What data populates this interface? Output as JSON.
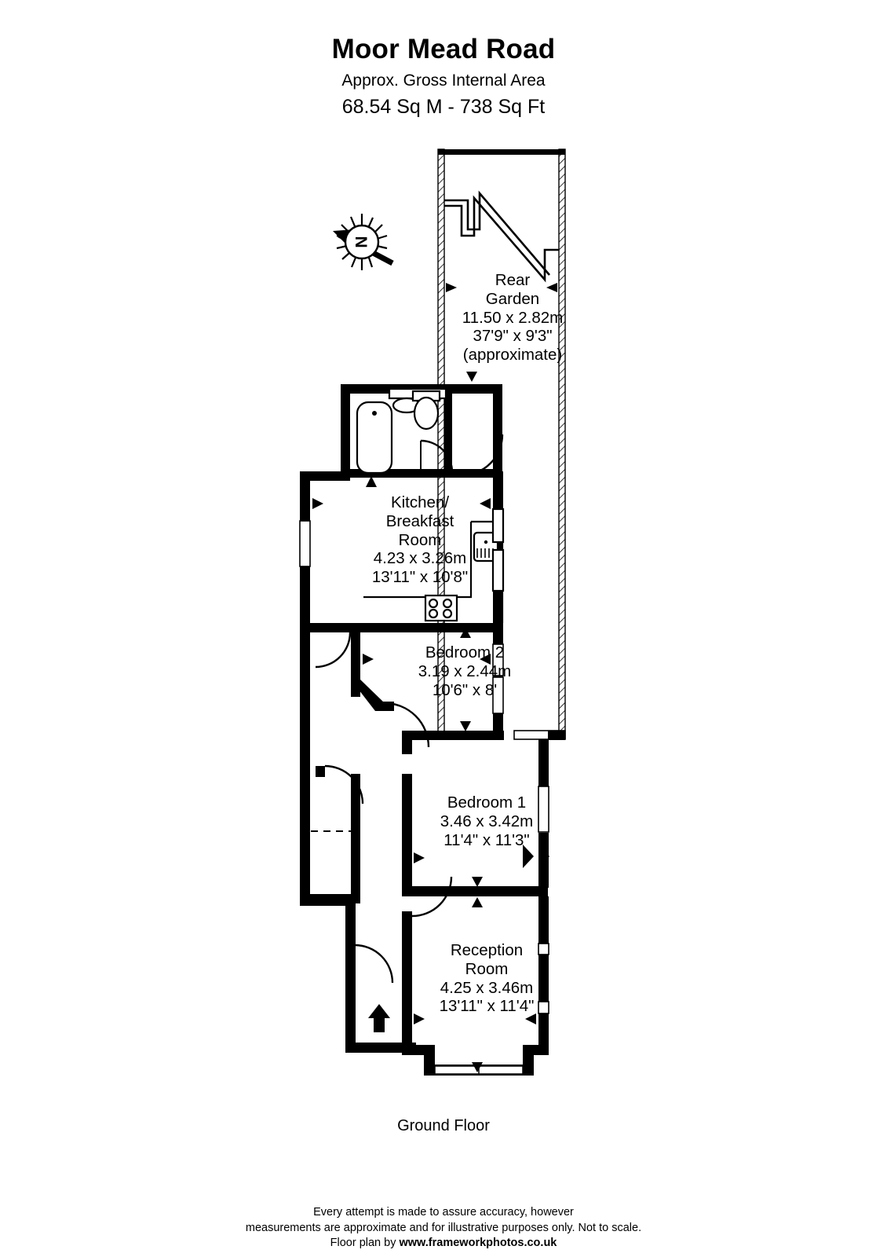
{
  "header": {
    "title": "Moor Mead Road",
    "subtitle": "Approx. Gross Internal Area",
    "area": "68.54 Sq M  -  738 Sq Ft"
  },
  "compass": {
    "label": "N",
    "icon": "compass-north-icon"
  },
  "rooms": [
    {
      "key": "rear_garden",
      "name_line1": "Rear",
      "name_line2": "Garden",
      "dim_metric": "11.50 x 2.82m",
      "dim_imperial": "37'9\" x 9'3\"",
      "note": "(approximate)"
    },
    {
      "key": "kitchen",
      "name_line1": "Kitchen/",
      "name_line2": "Breakfast",
      "name_line3": "Room",
      "dim_metric": "4.23 x 3.26m",
      "dim_imperial": "13'11\" x 10'8\""
    },
    {
      "key": "bedroom_2",
      "name_line1": "Bedroom 2",
      "dim_metric": "3.19 x 2.44m",
      "dim_imperial": "10'6\" x 8'"
    },
    {
      "key": "bedroom_1",
      "name_line1": "Bedroom 1",
      "dim_metric": "3.46 x 3.42m",
      "dim_imperial": "11'4\" x 11'3\""
    },
    {
      "key": "reception",
      "name_line1": "Reception",
      "name_line2": "Room",
      "dim_metric": "4.25 x 3.46m",
      "dim_imperial": "13'11\" x 11'4\""
    }
  ],
  "floor_caption": "Ground Floor",
  "footer": {
    "line1": "Every attempt is made to assure accuracy, however",
    "line2": "measurements are approximate and for illustrative purposes only. Not to scale.",
    "credit_prefix": "Floor plan by",
    "credit_brand": "www.frameworkphotos.co.uk"
  },
  "fixtures": {
    "bath": "bath-icon",
    "basin": "washbasin-icon",
    "toilet": "toilet-icon",
    "sink": "kitchen-sink-icon",
    "hob": "hob-icon",
    "entrance_arrow": "entrance-arrow-icon"
  },
  "colors": {
    "wall": "#000000",
    "fixture_outline": "#000000",
    "background": "#ffffff",
    "garden_hatch": "#000000"
  }
}
